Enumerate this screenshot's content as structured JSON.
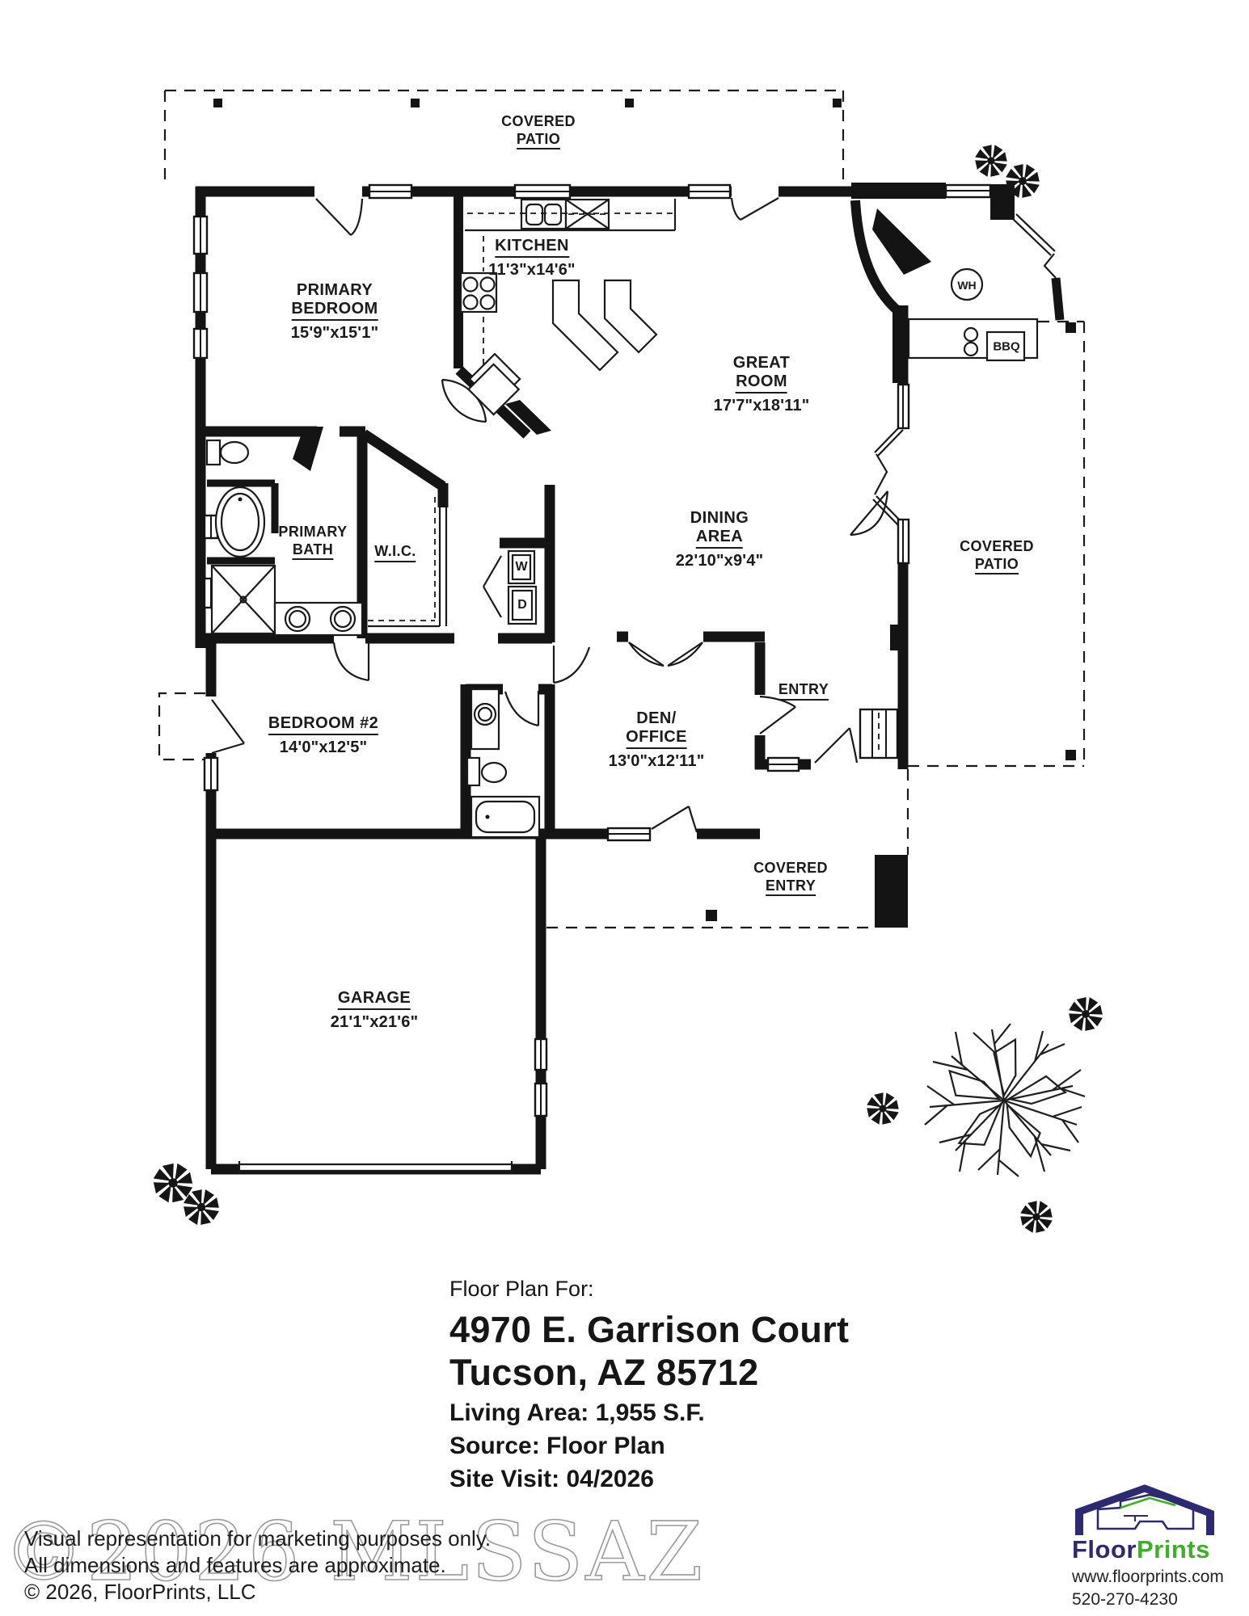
{
  "rooms": {
    "patio_top": {
      "l1": "COVERED",
      "l2": "PATIO"
    },
    "kitchen": {
      "l1": "KITCHEN",
      "dims": "11'3\"x14'6\""
    },
    "primary_bedroom": {
      "l1": "PRIMARY",
      "l2": "BEDROOM",
      "dims": "15'9\"x15'1\""
    },
    "great_room": {
      "l1": "GREAT",
      "l2": "ROOM",
      "dims": "17'7\"x18'11\""
    },
    "dining": {
      "l1": "DINING",
      "l2": "AREA",
      "dims": "22'10\"x9'4\""
    },
    "patio_right": {
      "l1": "COVERED",
      "l2": "PATIO"
    },
    "primary_bath": {
      "l1": "PRIMARY",
      "l2": "BATH"
    },
    "wic": {
      "l1": "W.I.C."
    },
    "entry": {
      "l1": "ENTRY"
    },
    "bedroom2": {
      "l1": "BEDROOM #2",
      "dims": "14'0\"x12'5\""
    },
    "den": {
      "l1": "DEN/",
      "l2": "OFFICE",
      "dims": "13'0\"x12'11\""
    },
    "covered_entry": {
      "l1": "COVERED",
      "l2": "ENTRY"
    },
    "garage": {
      "l1": "GARAGE",
      "dims": "21'1\"x21'6\""
    }
  },
  "fixtures": {
    "wh": "WH",
    "bbq": "BBQ",
    "washer": "W",
    "dryer": "D"
  },
  "info": {
    "heading": "Floor Plan For:",
    "address_line1": "4970 E. Garrison Court",
    "address_line2": "Tucson, AZ  85712",
    "living_area": "Living Area:  1,955 S.F.",
    "source": "Source:  Floor Plan",
    "site_visit": "Site Visit:  04/2026"
  },
  "footer": {
    "watermark": "©2026 MLSSAZ",
    "disclaimer_line1": "Visual representation for marketing purposes only.",
    "disclaimer_line2": "All dimensions and features are approximate.",
    "copyright": "© 2026, FloorPrints, LLC"
  },
  "logo": {
    "brand_floor": "Floor",
    "brand_prints": "Prints",
    "website": "www.floorprints.com",
    "phone": "520-270-4230",
    "navy": "#2d2a70",
    "green": "#3fae29"
  }
}
